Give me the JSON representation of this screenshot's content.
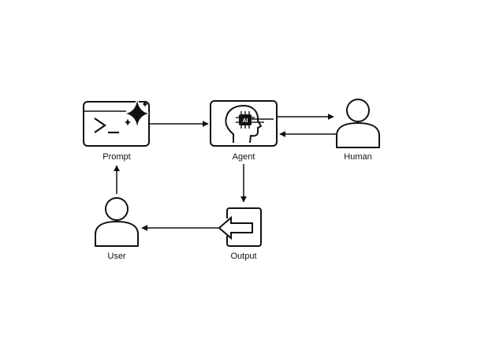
{
  "diagram": {
    "nodes": {
      "prompt": {
        "label": "Prompt",
        "icon": "terminal-sparkle-icon"
      },
      "agent": {
        "label": "Agent",
        "icon": "ai-head-chip-icon",
        "chip_text": "AI"
      },
      "human": {
        "label": "Human",
        "icon": "person-icon"
      },
      "user": {
        "label": "User",
        "icon": "person-icon"
      },
      "output": {
        "label": "Output",
        "icon": "output-arrow-icon"
      }
    },
    "edges": [
      {
        "from": "prompt",
        "to": "agent"
      },
      {
        "from": "agent",
        "to": "human"
      },
      {
        "from": "human",
        "to": "agent"
      },
      {
        "from": "agent",
        "to": "output"
      },
      {
        "from": "output",
        "to": "user"
      },
      {
        "from": "user",
        "to": "prompt"
      }
    ],
    "colors": {
      "stroke": "#111111",
      "background": "#ffffff"
    }
  }
}
